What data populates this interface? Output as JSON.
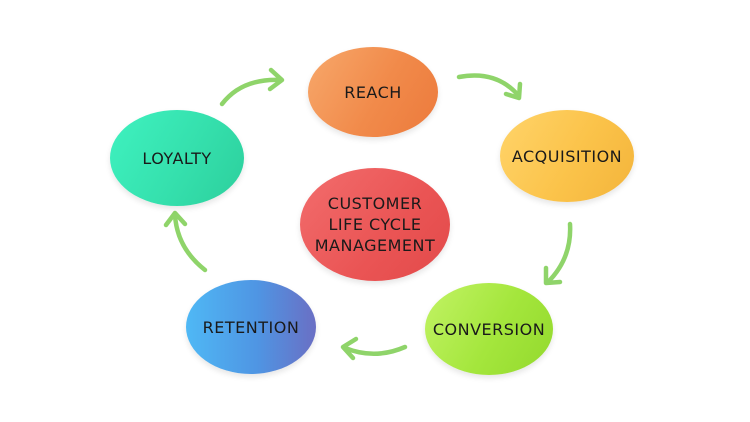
{
  "diagram": {
    "center_label": "CUSTOMER\nLIFE CYCLE\nMANAGEMENT",
    "stages": [
      {
        "label": "REACH",
        "color": "#f18a4a"
      },
      {
        "label": "ACQUISITION",
        "color": "#fbc34a"
      },
      {
        "label": "CONVERSION",
        "color": "#a4e63c"
      },
      {
        "label": "RETENTION",
        "color": "#4f95e3"
      },
      {
        "label": "LOYALTY",
        "color": "#35e0ad"
      }
    ],
    "center_color": "#ea5454",
    "arrow_color": "#8fd46a"
  }
}
